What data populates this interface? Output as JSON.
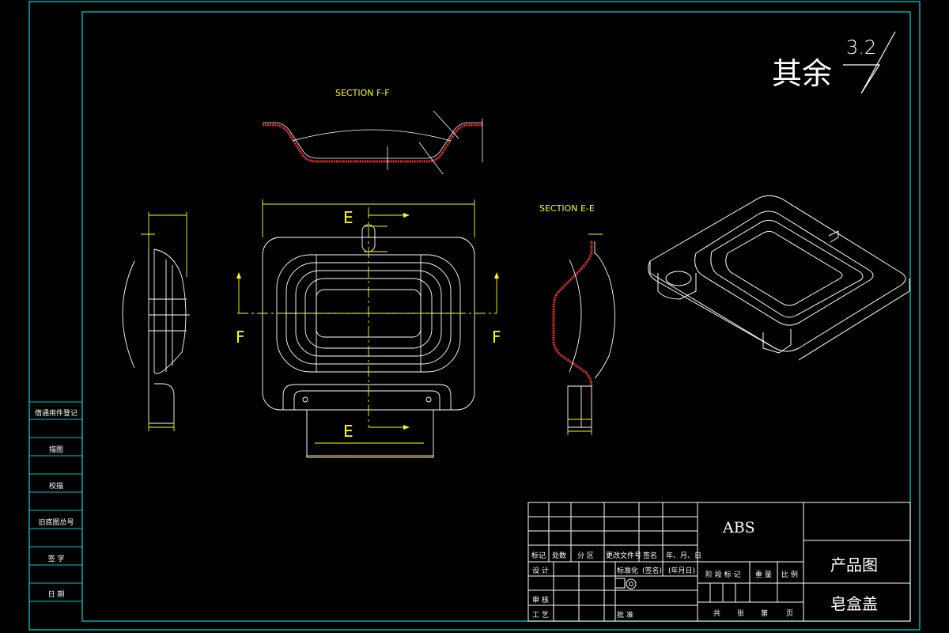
{
  "roughness": {
    "prefix": "其余",
    "value": "3.2"
  },
  "views": {
    "section_ff": "SECTION F-F",
    "section_ee": "SECTION E-E",
    "cut_f": "F",
    "cut_e": "E"
  },
  "side_column": [
    "借通用件登记",
    "描图",
    "校描",
    "旧底图总号",
    "签 字",
    "日 期"
  ],
  "title_block": {
    "material": "ABS",
    "drawing_type": "产品图",
    "part_name": "皂盒盖",
    "rev_headers": [
      "标记",
      "处数",
      "分 区",
      "更改文件号",
      "签名",
      "年、月、日"
    ],
    "row_design": "设 计",
    "row_standard": "标准化",
    "sign": "(签名)",
    "date": "(年月日)",
    "row_review": "审 核",
    "row_process": "工 艺",
    "row_approve": "批 准",
    "stage_headers": [
      "阶 段 标 记",
      "重 量",
      "比 例"
    ],
    "sheet_info": [
      "共",
      "张",
      "第",
      "页"
    ]
  },
  "colors": {
    "frame": "#00c8c8",
    "line": "#ffffff",
    "dimension": "#ffff00",
    "dim_text": "#0000ff",
    "section": "#e03030"
  }
}
